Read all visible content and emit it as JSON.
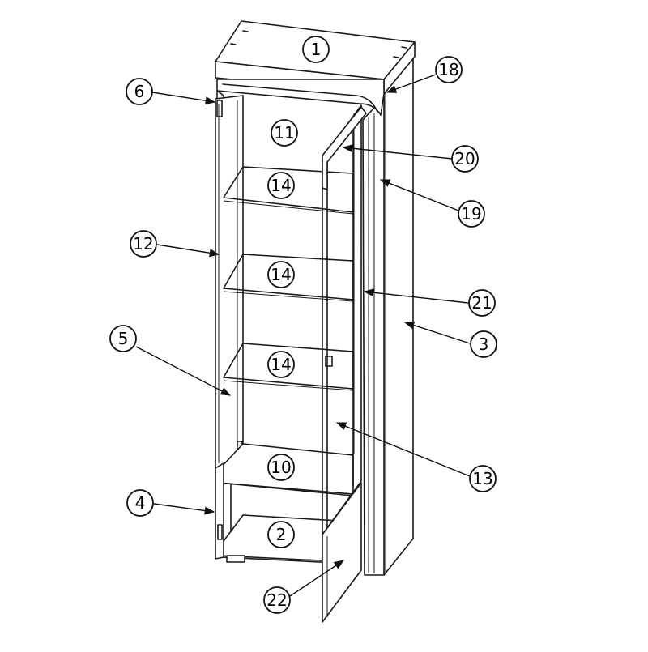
{
  "diagram": {
    "callouts": [
      {
        "id": "c1",
        "label": "1"
      },
      {
        "id": "c2",
        "label": "2"
      },
      {
        "id": "c3",
        "label": "3"
      },
      {
        "id": "c4",
        "label": "4"
      },
      {
        "id": "c5",
        "label": "5"
      },
      {
        "id": "c6",
        "label": "6"
      },
      {
        "id": "c10",
        "label": "10"
      },
      {
        "id": "c11",
        "label": "11"
      },
      {
        "id": "c12",
        "label": "12"
      },
      {
        "id": "c13",
        "label": "13"
      },
      {
        "id": "c14a",
        "label": "14"
      },
      {
        "id": "c14b",
        "label": "14"
      },
      {
        "id": "c14c",
        "label": "14"
      },
      {
        "id": "c18",
        "label": "18"
      },
      {
        "id": "c19",
        "label": "19"
      },
      {
        "id": "c20",
        "label": "20"
      },
      {
        "id": "c21",
        "label": "21"
      },
      {
        "id": "c22",
        "label": "22"
      }
    ]
  },
  "colors": {
    "line": "#1a1a1a",
    "background": "#ffffff"
  }
}
